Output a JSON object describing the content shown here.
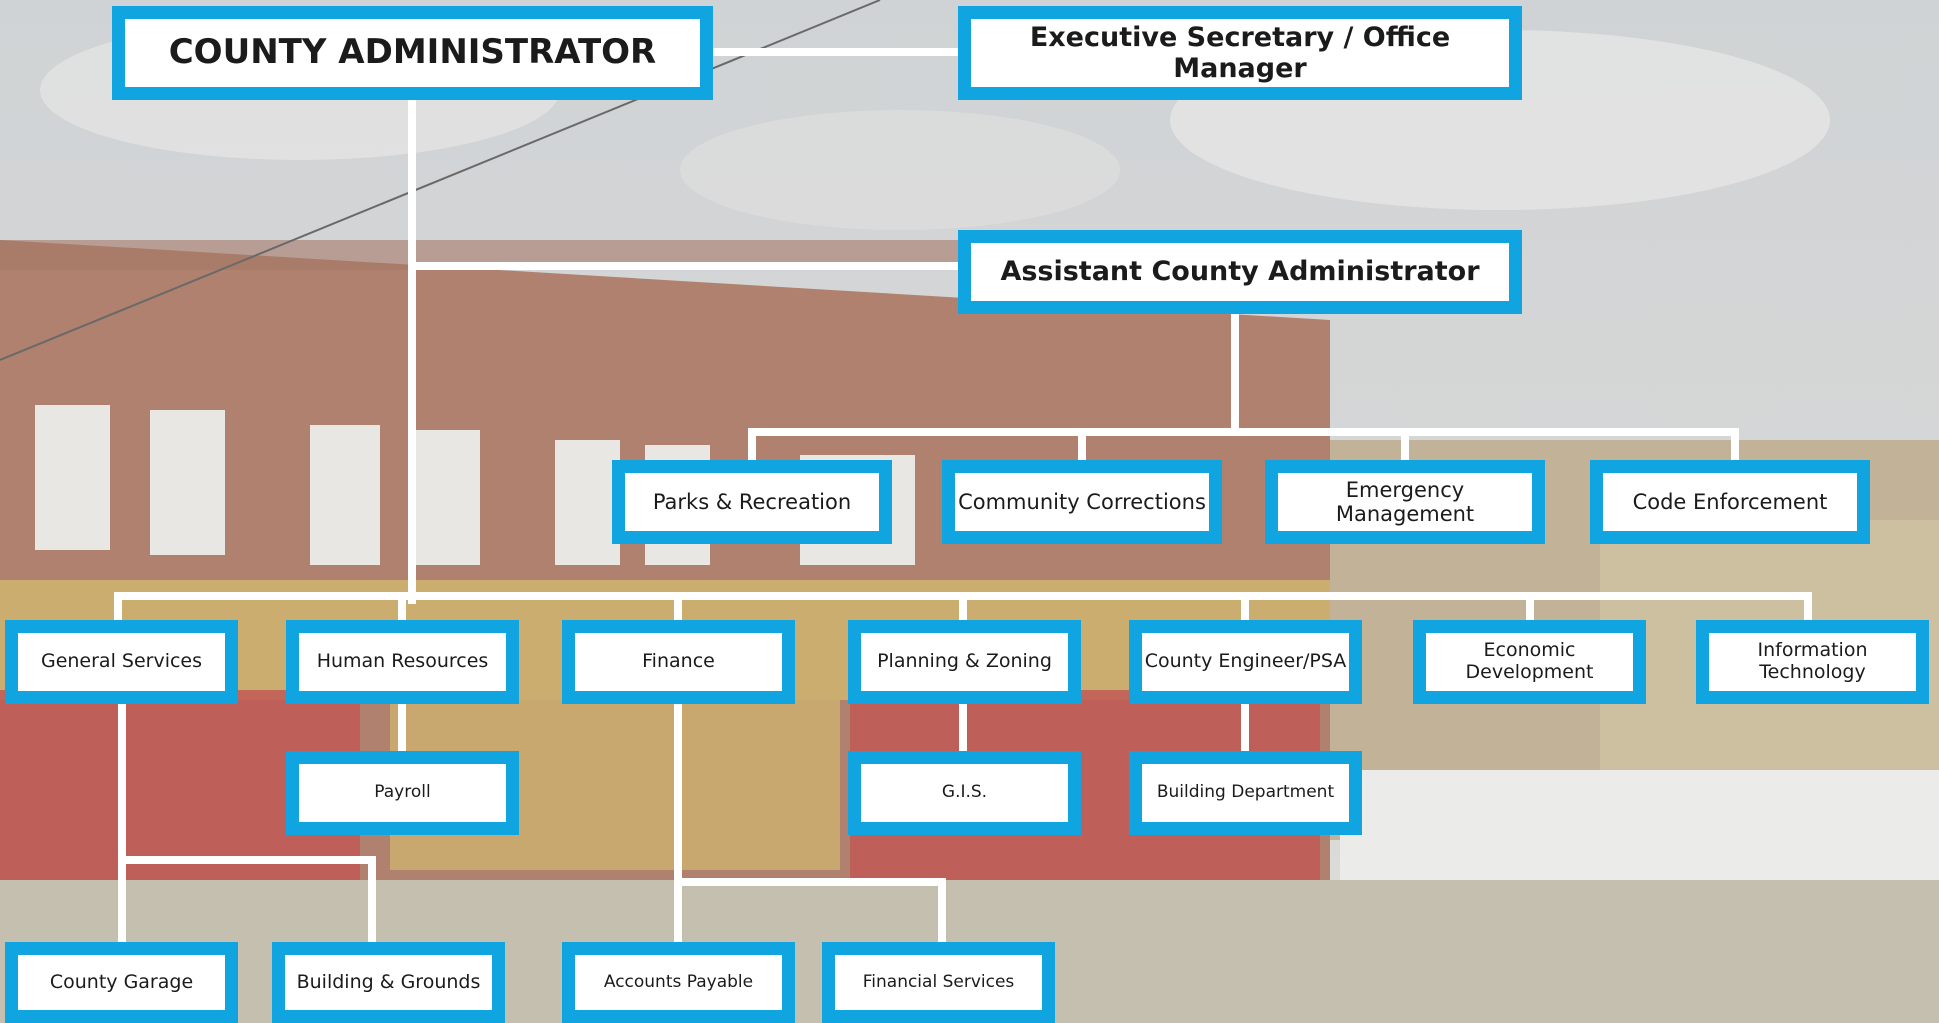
{
  "colors": {
    "border": "#10a4e1",
    "line": "#ffffff",
    "box_fill": "#ffffff",
    "text": "#1b1b1b"
  },
  "nodes": {
    "county_admin": "COUNTY ADMINISTRATOR",
    "exec_secretary": "Executive Secretary / Office Manager",
    "asst_admin": "Assistant County Administrator",
    "parks": "Parks & Recreation",
    "corrections": "Community Corrections",
    "emergency": "Emergency Management",
    "code": "Code Enforcement",
    "general_services": "General Services",
    "hr": "Human Resources",
    "finance": "Finance",
    "planning": "Planning & Zoning",
    "engineer": "County Engineer/PSA",
    "econ_dev": "Economic Development",
    "it": "Information Technology",
    "payroll": "Payroll",
    "gis": "G.I.S.",
    "building_dept": "Building Department",
    "garage": "County Garage",
    "grounds": "Building & Grounds",
    "payable": "Accounts Payable",
    "fin_services": "Financial Services"
  }
}
